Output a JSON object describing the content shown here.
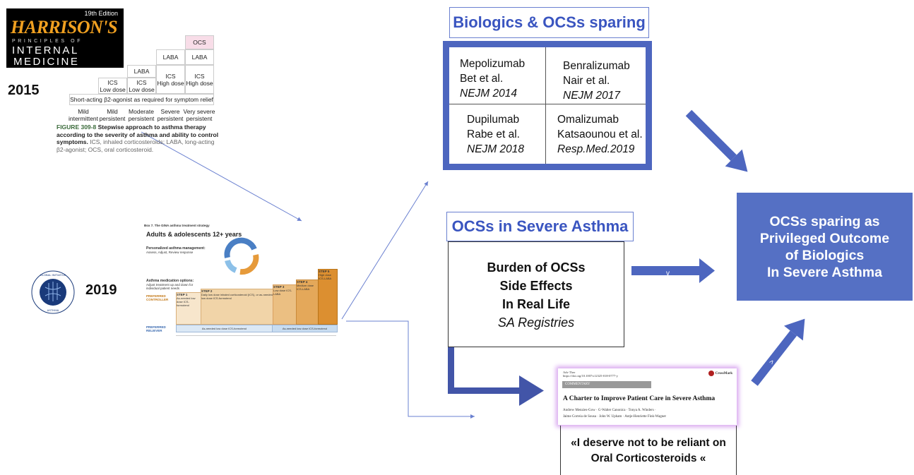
{
  "harrison": {
    "edition": "19th Edition",
    "name": "HARRISON'S",
    "subtitle": "PRINCIPLES OF",
    "line1": "INTERNAL",
    "line2": "MEDICINE"
  },
  "year_2015": "2015",
  "year_2019": "2019",
  "stepwise": {
    "cells": {
      "ocs_top": "OCS",
      "laba_5": "LABA",
      "laba_4": "LABA",
      "laba_3": "LABA",
      "ics_high_4": "ICS\nHigh dose",
      "ics_high_5": "ICS\nHigh dose",
      "ics_low_2": "ICS\nLow dose",
      "ics_low_3": "ICS\nLow dose"
    },
    "saba_bar": "Short-acting β2-agonist as required for symptom relief",
    "steps": [
      "Mild\nintermittent",
      "Mild\npersistent",
      "Moderate\npersistent",
      "Severe\npersistent",
      "Very severe\npersistent"
    ],
    "caption_label": "FIGURE 309-8",
    "caption_title": "Stepwise approach to asthma therapy according to the severity of asthma and ability to control symptoms.",
    "caption_text": " ICS, inhaled corticosteroids; LABA, long-acting β2-agonist; OCS, oral corticosteroid."
  },
  "gina": {
    "logo_text": "GLOBAL INITIATIVE FOR ASTHMA",
    "box_label": "Box 7. The GINA asthma treatment strategy",
    "heading": "Adults & adolescents 12+ years",
    "personalized": "Personalized asthma management:",
    "personalized_sub": "Assess, Adjust, Review response",
    "options": "Asthma medication options:",
    "options_sub": "Adjust treatment up and down for individual patient needs",
    "preferred_controller": "PREFERRED CONTROLLER",
    "preferred_reliever": "PREFERRED RELIEVER",
    "steps": [
      "STEP 1",
      "STEP 2",
      "STEP 3",
      "STEP 4",
      "STEP 5"
    ],
    "step_desc": [
      "As-needed low dose ICS-formoterol",
      "Daily low dose inhaled corticosteroid (ICS), or as-needed low dose ICS-formoterol",
      "Low dose ICS-LABA",
      "Medium dose ICS-LABA",
      "High dose ICS-LABA"
    ],
    "reliever1": "As-needed low dose ICS-formoterol",
    "reliever2": "As-needed low dose ICS-formoterol"
  },
  "boxes": {
    "biologics_title": "Biologics & OCSs sparing",
    "trials": [
      {
        "drug": "Mepolizumab",
        "authors": "Bet et al.",
        "journal": "NEJM 2014"
      },
      {
        "drug": "Benralizumab",
        "authors": "Nair et al.",
        "journal": "NEJM 2017"
      },
      {
        "drug": "Dupilumab",
        "authors": "Rabe et al.",
        "journal": "NEJM 2018"
      },
      {
        "drug": "Omalizumab",
        "authors": "Katsaounou et al.",
        "journal": "Resp.Med.2019"
      }
    ],
    "severe_title": "OCSs in Severe Asthma",
    "burden_lines": [
      "Burden of OCSs",
      "Side Effects",
      "In Real Life"
    ],
    "burden_italic": "SA Registries",
    "outcome": "OCSs sparing as\nPrivileged Outcome\nof Biologics\nIn Severe Asthma"
  },
  "article": {
    "journal": "Adv Ther",
    "doi": "https://doi.org/10.1007/s12325-018-0777-y",
    "crossmark": "CrossMark",
    "section": "COMMENTARY",
    "title": "A Charter to Improve Patient Care in Severe Asthma",
    "authors_1": "Andrew Menzies-Gow · G-Walter Canonica · Tonya A. Winders ·",
    "authors_2": "Jaime Correia de Sousa · John W. Upham · Antje-Henriette Fink-Wagner",
    "quote_1": "«I deserve not to be reliant on",
    "quote_2": "Oral Corticosteroids «"
  }
}
